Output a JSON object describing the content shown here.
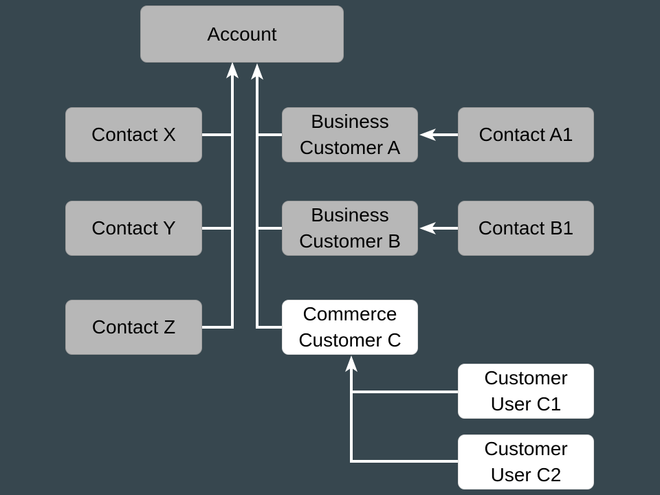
{
  "diagram": {
    "background_color": "#37474f",
    "connector_color": "#ffffff",
    "nodes": {
      "account": {
        "line1": "Account",
        "style": "gray"
      },
      "contact_x": {
        "line1": "Contact X",
        "style": "gray"
      },
      "contact_y": {
        "line1": "Contact Y",
        "style": "gray"
      },
      "contact_z": {
        "line1": "Contact Z",
        "style": "gray"
      },
      "business_customer_a": {
        "line1": "Business",
        "line2": "Customer A",
        "style": "gray"
      },
      "business_customer_b": {
        "line1": "Business",
        "line2": "Customer B",
        "style": "gray"
      },
      "commerce_customer_c": {
        "line1": "Commerce",
        "line2": "Customer C",
        "style": "white"
      },
      "contact_a1": {
        "line1": "Contact A1",
        "style": "gray"
      },
      "contact_b1": {
        "line1": "Contact B1",
        "style": "gray"
      },
      "customer_user_c1": {
        "line1": "Customer",
        "line2": "User C1",
        "style": "white"
      },
      "customer_user_c2": {
        "line1": "Customer",
        "line2": "User C2",
        "style": "white"
      }
    },
    "edges": [
      {
        "from": "contact_x",
        "to": "account"
      },
      {
        "from": "contact_y",
        "to": "account"
      },
      {
        "from": "contact_z",
        "to": "account"
      },
      {
        "from": "business_customer_a",
        "to": "account"
      },
      {
        "from": "business_customer_b",
        "to": "account"
      },
      {
        "from": "commerce_customer_c",
        "to": "account"
      },
      {
        "from": "contact_a1",
        "to": "business_customer_a"
      },
      {
        "from": "contact_b1",
        "to": "business_customer_b"
      },
      {
        "from": "customer_user_c1",
        "to": "commerce_customer_c"
      },
      {
        "from": "customer_user_c2",
        "to": "commerce_customer_c"
      }
    ]
  }
}
